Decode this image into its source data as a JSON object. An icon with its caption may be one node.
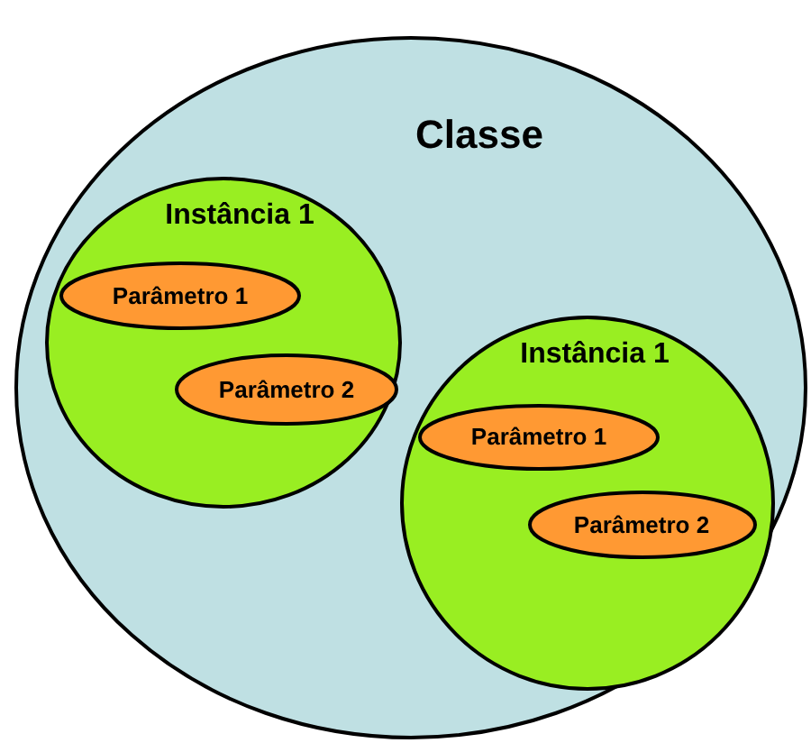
{
  "diagram": {
    "nodes": [
      {
        "text": [
          "Classe"
        ]
      },
      {
        "text": [
          "Instância 1"
        ],
        "in": 0
      },
      {
        "text": [
          "Parâmetro 1"
        ],
        "in": 1
      },
      {
        "text": [
          "Parâmetro 2"
        ],
        "in": 1
      },
      {
        "text": [
          "Instância 1"
        ],
        "in": 0
      },
      {
        "text": [
          "Parâmetro 1"
        ],
        "in": 4
      },
      {
        "text": [
          "Parâmetro 2"
        ],
        "in": 4
      }
    ]
  }
}
